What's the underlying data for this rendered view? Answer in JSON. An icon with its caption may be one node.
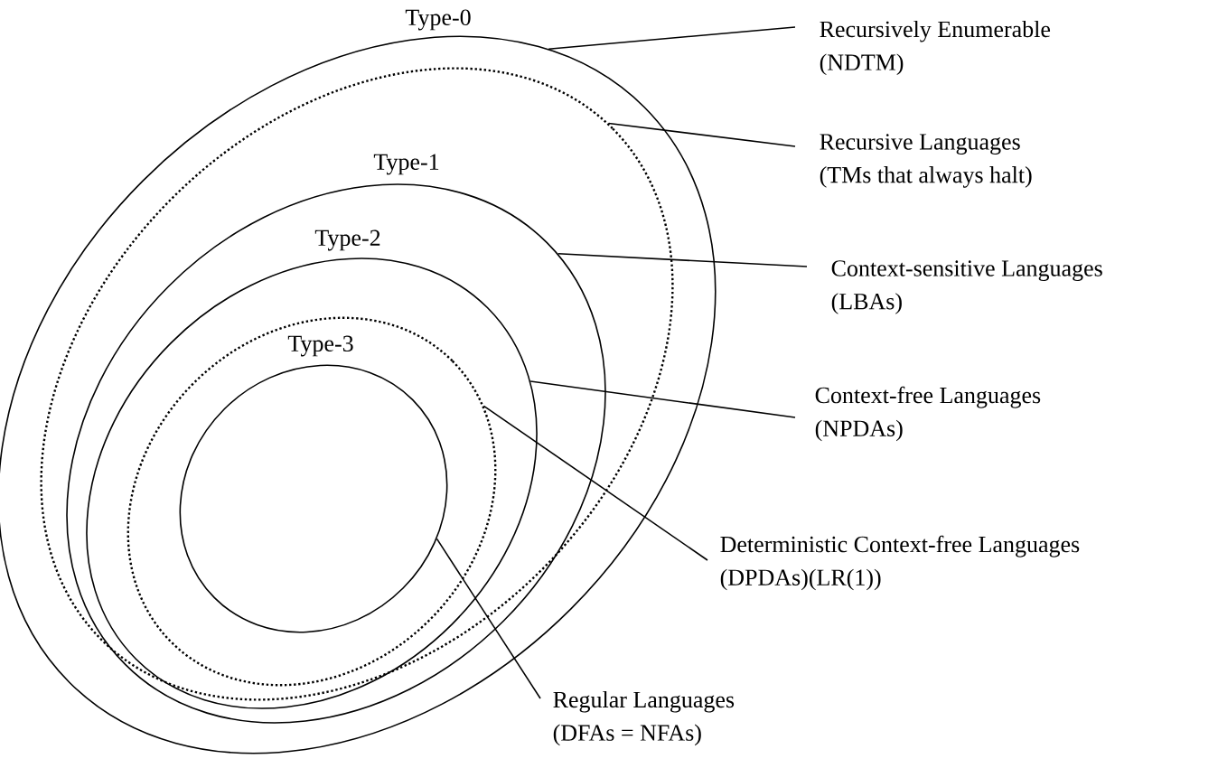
{
  "diagram": {
    "nodes": [
      {
        "text": [
          "Type-0"
        ]
      },
      {
        "text": [],
        "shape": "ellipse",
        "in": 0
      },
      {
        "text": [
          "Type-1"
        ],
        "in": 1
      },
      {
        "text": [
          "Type-2"
        ],
        "in": 2
      },
      {
        "text": [],
        "shape": "ellipse",
        "in": 3
      },
      {
        "text": [
          "Type-3"
        ],
        "in": 4
      },
      {
        "text": [
          "Recursively Enumerable",
          "(NDTM)"
        ]
      },
      {
        "text": [
          "Recursive Languages",
          "(TMs that always halt)"
        ]
      },
      {
        "text": [
          "Context-sensitive Languages",
          "(LBAs)"
        ]
      },
      {
        "text": [
          "Context-free Languages",
          "(NPDAs)"
        ]
      },
      {
        "text": [
          "Deterministic Context-free Languages",
          "(DPDAs)(LR(1))"
        ]
      },
      {
        "text": [
          "Regular Languages",
          "(DFAs = NFAs)"
        ]
      }
    ],
    "edges": [
      {
        "from": 6,
        "to": 0,
        "arrow": "none"
      },
      {
        "from": 7,
        "to": 1,
        "arrow": "none"
      },
      {
        "from": 8,
        "to": 2,
        "arrow": "none"
      },
      {
        "from": 9,
        "to": 3,
        "arrow": "none"
      },
      {
        "from": 10,
        "to": 4,
        "arrow": "none"
      },
      {
        "from": 11,
        "to": 5,
        "arrow": "none"
      }
    ]
  }
}
